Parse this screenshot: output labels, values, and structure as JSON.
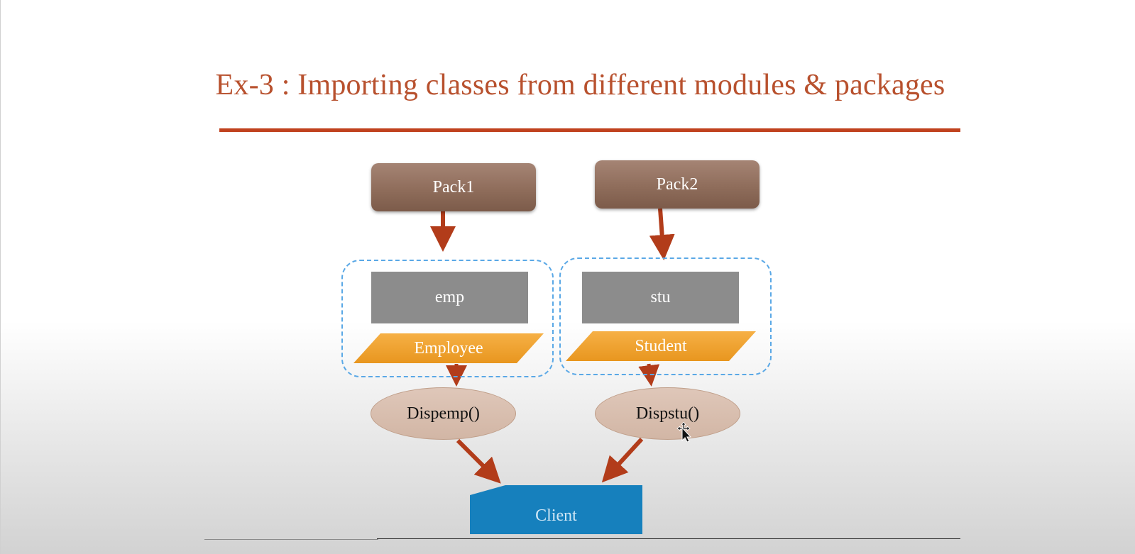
{
  "slide": {
    "title": "Ex-3 : Importing classes from different modules & packages"
  },
  "diagram": {
    "packages": [
      {
        "label": "Pack1",
        "module": "emp",
        "class_name": "Employee",
        "method": "Dispemp()"
      },
      {
        "label": "Pack2",
        "module": "stu",
        "class_name": "Student",
        "method": "Dispstu()"
      }
    ],
    "client": "Client"
  },
  "colors": {
    "title": "#b8512e",
    "rule": "#c0421e",
    "package_box": "#8f6d5b",
    "module_box": "#8c8c8c",
    "class_shape": "#f0a22b",
    "method_ellipse": "#d2b6a5",
    "client_box": "#1680bd",
    "arrow": "#b23c1a",
    "group_border": "#5aa8e6"
  },
  "icons": {
    "cursor": "move-cursor-icon"
  }
}
